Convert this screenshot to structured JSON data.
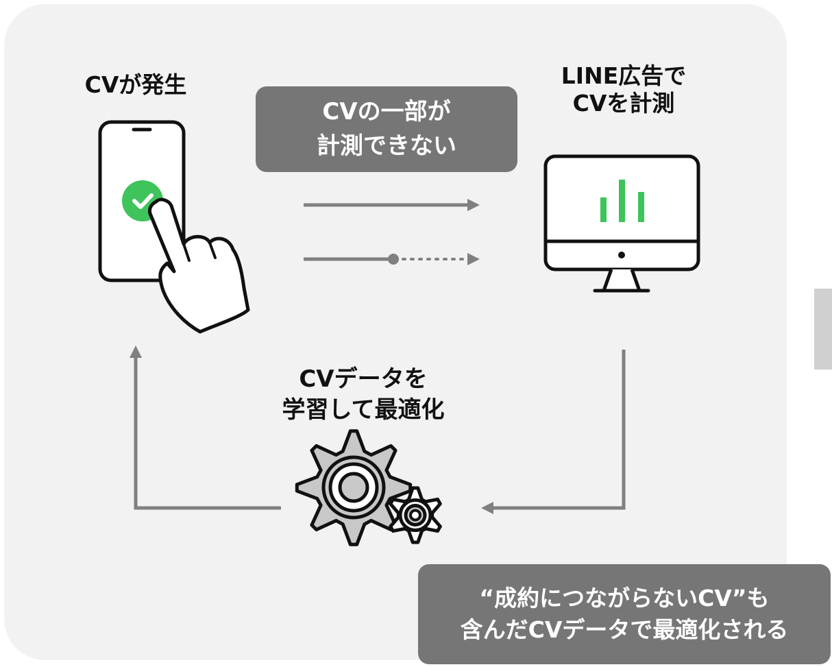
{
  "labels": {
    "cv_occurs": "CVが発生",
    "line_measure_1": "LINE広告で",
    "line_measure_2": "CVを計測",
    "learn_1": "CVデータを",
    "learn_2": "学習して最適化"
  },
  "callouts": {
    "top_1": "CVの一部が",
    "top_2": "計測できない",
    "bottom_1": "“成約につながらないCV”も",
    "bottom_2": "含んだCVデータで最適化される"
  },
  "icons": {
    "smartphone": "smartphone-icon",
    "check": "check-circle-icon",
    "hand": "pointing-hand-icon",
    "monitor": "monitor-icon",
    "bar_chart": "bar-chart-icon",
    "gears": "gears-icon",
    "next": "next-arrow-icon"
  },
  "colors": {
    "panel_bg": "#f2f2f2",
    "arrow_gray": "#808080",
    "callout_bg": "#767676",
    "accent_green": "#3ec45a",
    "gear_fill": "#c8c8c8",
    "outline": "#111111"
  }
}
